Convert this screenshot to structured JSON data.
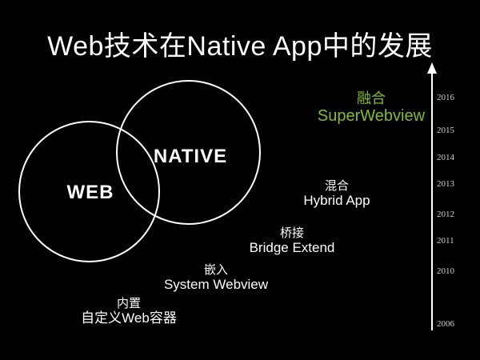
{
  "slide": {
    "title": "Web技术在Native App中的发展",
    "background": "#000000",
    "text_color": "#ffffff",
    "accent_green": "#85BB30",
    "year_color": "#cccccc"
  },
  "venn": {
    "left_label": "WEB",
    "right_label": "NATIVE"
  },
  "stages": [
    {
      "cn": "融合",
      "en": "SuperWebview",
      "highlight": true
    },
    {
      "cn": "混合",
      "en": "Hybrid App",
      "highlight": false
    },
    {
      "cn": "桥接",
      "en": "Bridge Extend",
      "highlight": false
    },
    {
      "cn": "嵌入",
      "en": "System Webview",
      "highlight": false
    },
    {
      "cn": "内置",
      "en": "自定义Web容器",
      "highlight": false
    }
  ],
  "timeline": {
    "direction": "up",
    "years": [
      "2016",
      "2015",
      "2014",
      "2013",
      "2012",
      "2011",
      "2010",
      "2006"
    ]
  }
}
